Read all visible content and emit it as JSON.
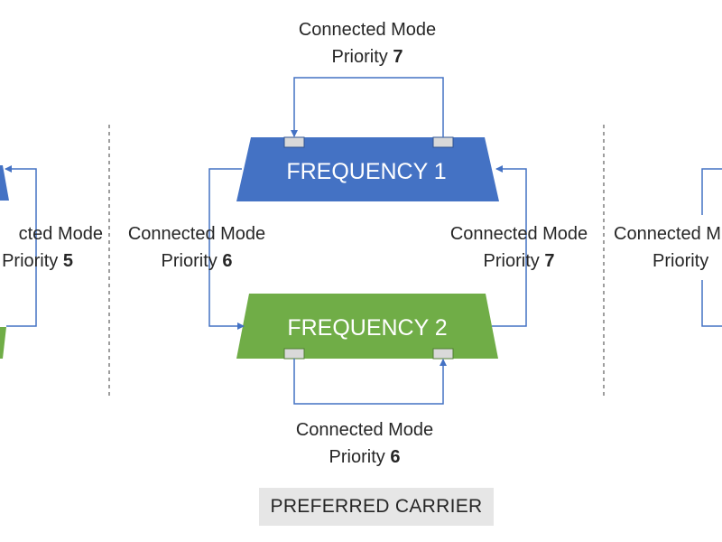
{
  "diagram": {
    "center": {
      "frequency_1": "FREQUENCY 1",
      "frequency_2": "FREQUENCY 2",
      "top_label": {
        "line1": "Connected Mode",
        "prefix": "Priority ",
        "value": "7"
      },
      "bottom_label": {
        "line1": "Connected Mode",
        "prefix": "Priority ",
        "value": "6"
      },
      "left_label": {
        "line1": "Connected Mode",
        "prefix": "Priority ",
        "value": "6"
      },
      "right_label": {
        "line1": "Connected Mode",
        "prefix": "Priority ",
        "value": "7"
      }
    },
    "left_panel_label": {
      "line1": "cted Mode",
      "prefix": "Priority ",
      "value": "5"
    },
    "right_panel_label": {
      "line1": "Connected M",
      "prefix": "Priority "
    },
    "preferred_label": "PREFERRED CARRIER",
    "colors": {
      "frequency_1": "#4472c4",
      "frequency_2": "#70ad47",
      "arrow": "#4472c4",
      "port": "#d9d9d9",
      "divider": "#7f7f7f",
      "preferred_bg": "#e6e6e6"
    }
  }
}
